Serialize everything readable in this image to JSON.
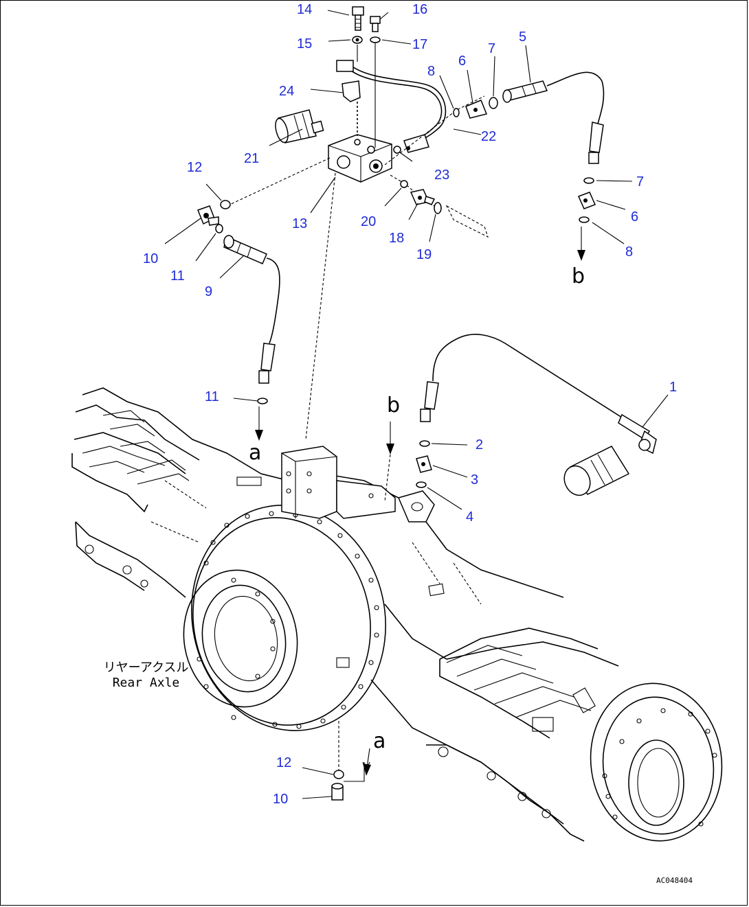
{
  "callouts": {
    "c1": "1",
    "c2": "2",
    "c3": "3",
    "c4": "4",
    "c5": "5",
    "c6a": "6",
    "c6b": "6",
    "c7a": "7",
    "c7b": "7",
    "c8a": "8",
    "c8b": "8",
    "c9": "9",
    "c10a": "10",
    "c10b": "10",
    "c11a": "11",
    "c11b": "11",
    "c12a": "12",
    "c12b": "12",
    "c13": "13",
    "c14": "14",
    "c15": "15",
    "c16": "16",
    "c17": "17",
    "c18": "18",
    "c19": "19",
    "c20": "20",
    "c21": "21",
    "c22": "22",
    "c23": "23",
    "c24": "24"
  },
  "connectors": {
    "a1": "a",
    "a2": "a",
    "b1": "b",
    "b2": "b"
  },
  "axle_label": {
    "jp": "リヤーアクスル",
    "en": "Rear Axle"
  },
  "figure_code": "AC048404",
  "colors": {
    "callout": "#1f2bd6",
    "line": "#000000"
  }
}
